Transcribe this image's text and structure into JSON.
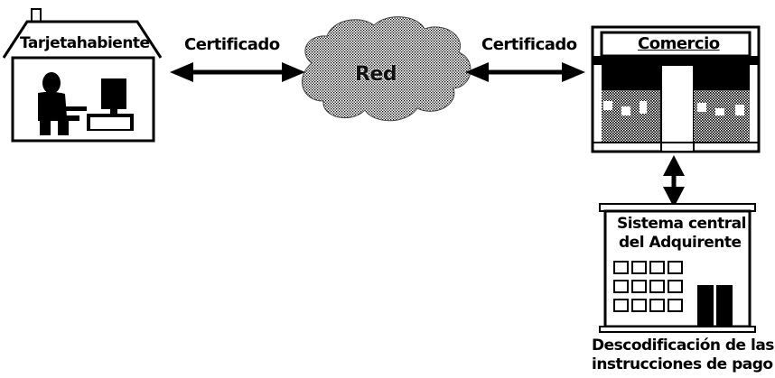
{
  "labels": {
    "cardholder": "Tarjetahabiente",
    "network": "Red",
    "certificate_left": "Certificado",
    "certificate_right": "Certificado",
    "merchant": "Comercio",
    "acquirer_line1": "Sistema central",
    "acquirer_line2": "del Adquirente",
    "decode_line1": "Descodificación de las",
    "decode_line2": "instrucciones de pago"
  }
}
